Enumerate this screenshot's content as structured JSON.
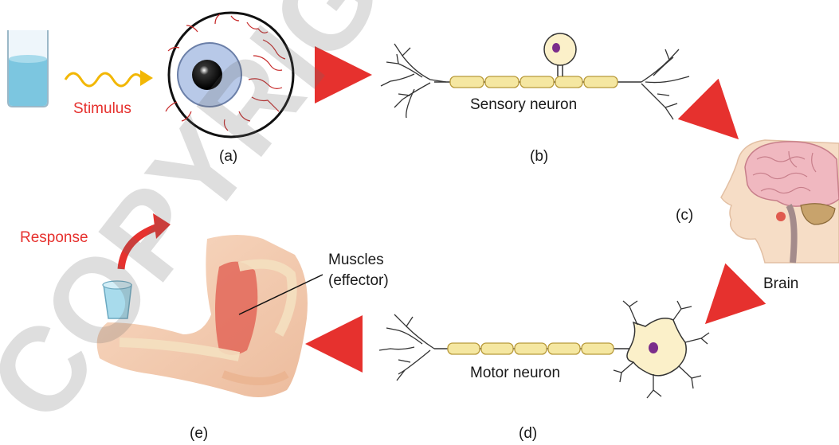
{
  "labels": {
    "stimulus": "Stimulus",
    "sensory_neuron": "Sensory neuron",
    "brain": "Brain",
    "motor_neuron": "Motor neuron",
    "response": "Response",
    "muscles_line1": "Muscles",
    "muscles_line2": "(effector)"
  },
  "captions": {
    "a": "(a)",
    "b": "(b)",
    "c": "(c)",
    "d": "(d)",
    "e": "(e)"
  },
  "watermark": "COPYRIGHT SAMPLE",
  "colors": {
    "arrow": "#e6312e",
    "stimulus_wave": "#f2b705",
    "axon": "#f5e7a1",
    "water": "#7cc6e0",
    "iris": "#b8c9e8",
    "vein": "#c62828",
    "muscle": "#e05a4e",
    "nucleus": "#7b2d8b"
  }
}
